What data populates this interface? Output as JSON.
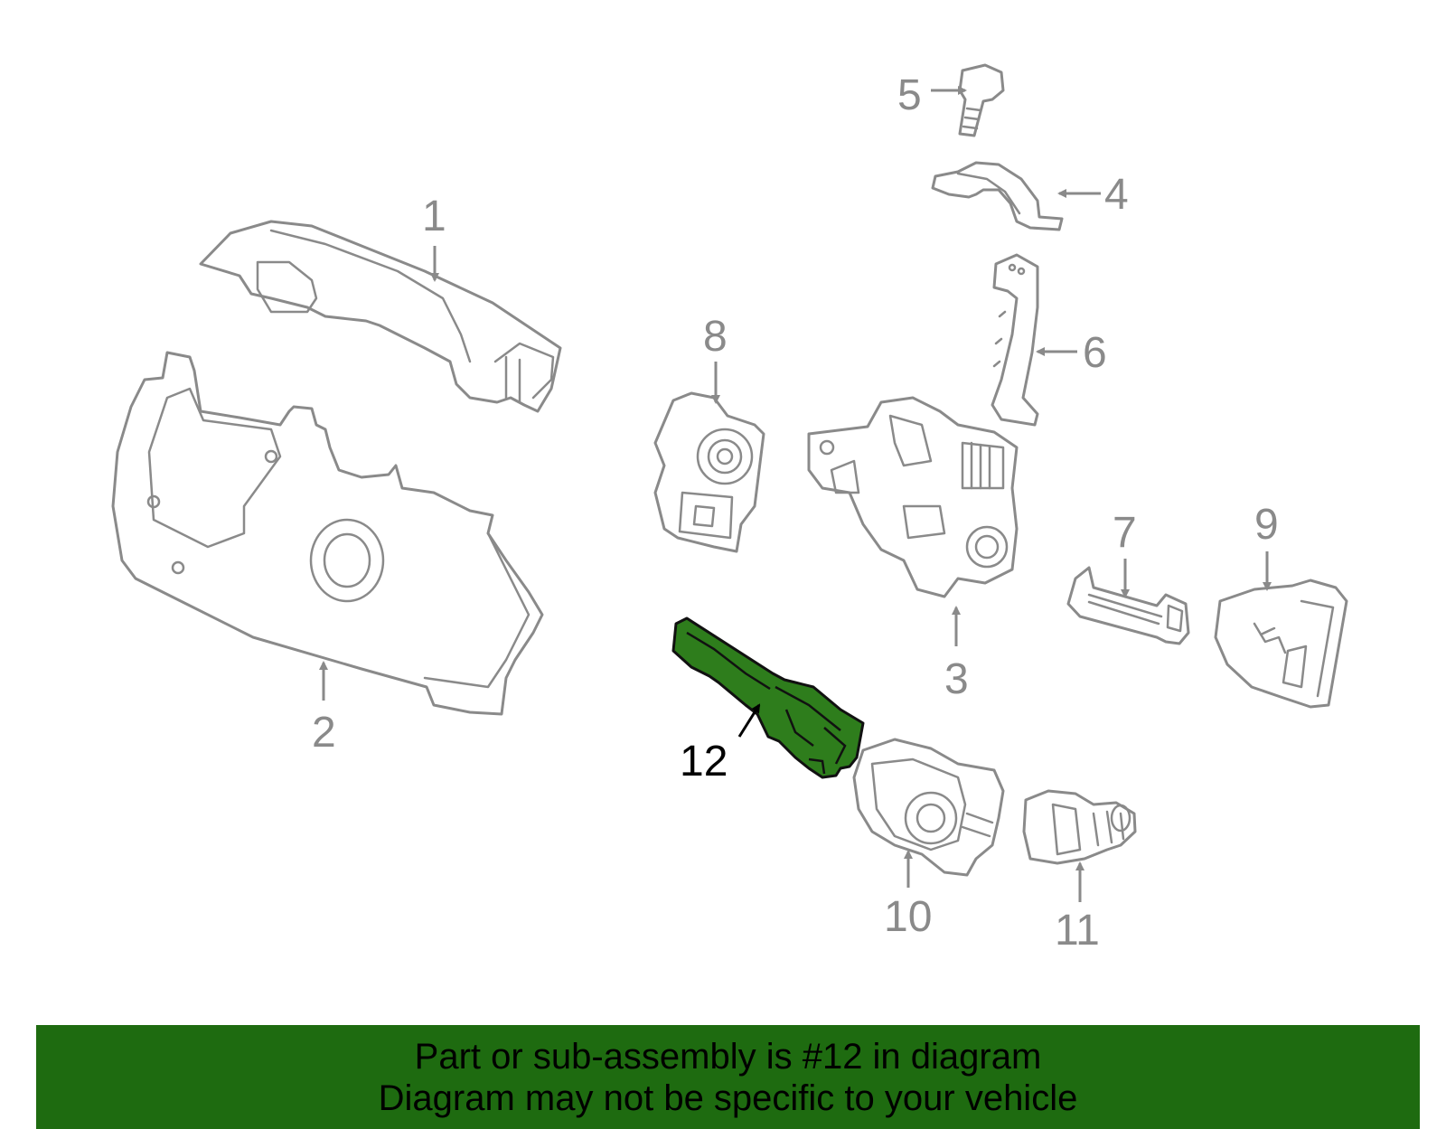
{
  "diagram": {
    "colors": {
      "part_outline": "#8a8a8a",
      "highlight_fill": "#2e7d1c",
      "banner": "#1e6b10"
    },
    "highlighted_part": "12",
    "callouts": [
      {
        "id": "1",
        "label": "1"
      },
      {
        "id": "2",
        "label": "2"
      },
      {
        "id": "3",
        "label": "3"
      },
      {
        "id": "4",
        "label": "4"
      },
      {
        "id": "5",
        "label": "5"
      },
      {
        "id": "6",
        "label": "6"
      },
      {
        "id": "7",
        "label": "7"
      },
      {
        "id": "8",
        "label": "8"
      },
      {
        "id": "9",
        "label": "9"
      },
      {
        "id": "10",
        "label": "10"
      },
      {
        "id": "11",
        "label": "11"
      },
      {
        "id": "12",
        "label": "12"
      }
    ]
  },
  "banner": {
    "line1": "Part or sub-assembly is #12 in diagram",
    "line2": "Diagram may not be specific to your vehicle"
  }
}
